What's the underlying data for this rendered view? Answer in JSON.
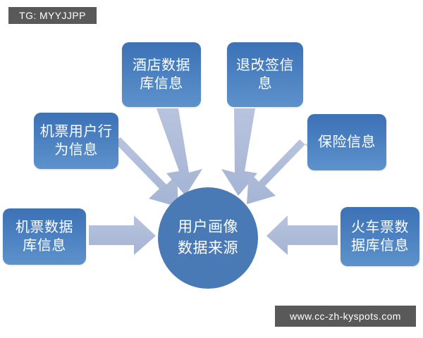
{
  "watermarks": {
    "top_left": "TG: MYYJJPP",
    "bottom_right": "www.cc-zh-kyspots.com"
  },
  "diagram": {
    "title": "用户画像数据来源",
    "center": {
      "line1": "用户画像",
      "line2": "数据来源",
      "color": "#4a7ab5"
    },
    "nodes": [
      {
        "id": "hotel",
        "label": "酒店数据库信息",
        "position": "top-left-center"
      },
      {
        "id": "refund",
        "label": "退改签信息",
        "position": "top-right-center"
      },
      {
        "id": "behavior",
        "label": "机票用户行为信息",
        "position": "upper-left"
      },
      {
        "id": "insurance",
        "label": "保险信息",
        "position": "upper-right"
      },
      {
        "id": "flightdb",
        "label": "机票数据库信息",
        "position": "left"
      },
      {
        "id": "traindb",
        "label": "火车票数据库信息",
        "position": "right"
      }
    ],
    "arrows": [
      {
        "from": "behavior",
        "to": "center",
        "direction": "down-right"
      },
      {
        "from": "hotel",
        "to": "center",
        "direction": "down"
      },
      {
        "from": "refund",
        "to": "center",
        "direction": "down-left"
      },
      {
        "from": "insurance",
        "to": "center",
        "direction": "down-left"
      },
      {
        "from": "flightdb",
        "to": "center",
        "direction": "right"
      },
      {
        "from": "traindb",
        "to": "center",
        "direction": "left"
      }
    ],
    "colors": {
      "box_fill": "#4a80c0",
      "arrow_fill": "#aebcd9",
      "circle_fill": "#4a7ab5",
      "text": "#ffffff"
    }
  }
}
